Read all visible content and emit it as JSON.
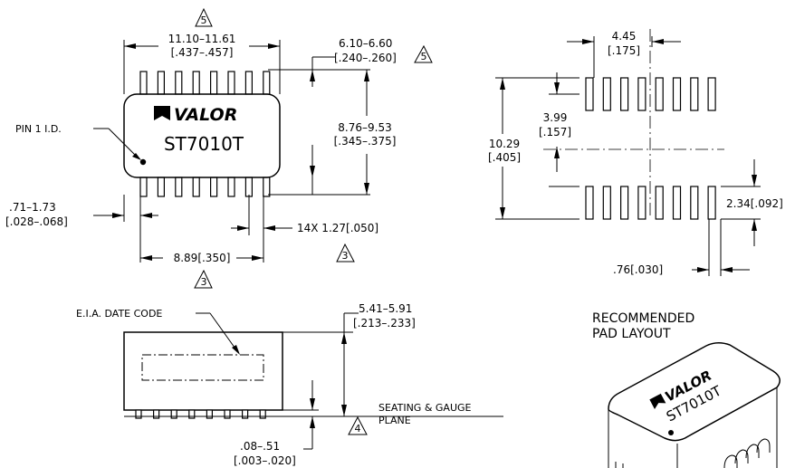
{
  "top_view": {
    "width_mm": "11.10–11.61",
    "width_in": "[.437–.457]",
    "width_note": "5",
    "lead_span_mm": "6.10–6.60",
    "lead_span_in": "[.240–.260]",
    "lead_span_note": "5",
    "body_len_mm": "8.76–9.53",
    "body_len_in": "[.345–.375]",
    "pin1_label": "PIN 1 I.D.",
    "brand": "VALOR",
    "part_number": "ST7010T",
    "lead_w_mm": ".71–1.73",
    "lead_w_in": "[.028–.068]",
    "pitch": "14X 1.27[.050]",
    "pitch_note": "3",
    "row_len": "8.89[.350]",
    "row_note": "3"
  },
  "pad_layout": {
    "title_line1": "RECOMMENDED",
    "title_line2": "PAD LAYOUT",
    "pad_pitch_mm": "4.45",
    "pad_pitch_in": "[.175]",
    "inner_gap_mm": "3.99",
    "inner_gap_in": "[.157]",
    "outer_span_mm": "10.29",
    "outer_span_in": "[.405]",
    "pad_length": "2.34[.092]",
    "pad_width": ".76[.030]"
  },
  "side_view": {
    "date_code_label": "E.I.A. DATE CODE",
    "height_mm": "5.41–5.91",
    "height_in": "[.213–.233]",
    "seating_line1": "SEATING & GAUGE",
    "seating_line2": "PLANE",
    "seating_note": "4",
    "standoff_mm": ".08–.51",
    "standoff_in": "[.003–.020]"
  },
  "iso_view": {
    "brand": "VALOR",
    "part_number": "ST7010T"
  }
}
